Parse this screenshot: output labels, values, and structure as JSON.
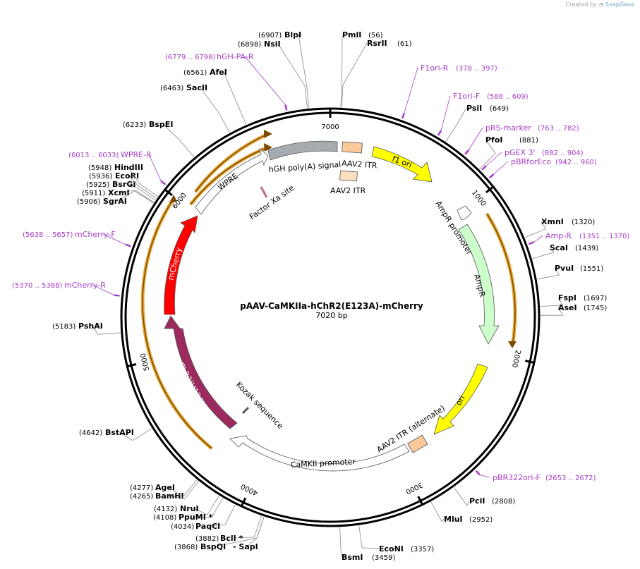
{
  "credit": {
    "prefix": "Created by",
    "brand": "SnapGene"
  },
  "plasmid": {
    "name": "pAAV-CaMKIIa-hChR2(E123A)-mCherry",
    "length_label": "7020 bp",
    "length": 7020
  },
  "ticks": [
    {
      "bp": 0,
      "label": "7000"
    },
    {
      "bp": 1000,
      "label": "1000"
    },
    {
      "bp": 2000,
      "label": "2000"
    },
    {
      "bp": 3000,
      "label": "3000"
    },
    {
      "bp": 4000,
      "label": "4000"
    },
    {
      "bp": 5000,
      "label": "5000"
    },
    {
      "bp": 6000,
      "label": "6000"
    }
  ],
  "enzymes": [
    {
      "name": "PmlI",
      "pos": "(56)"
    },
    {
      "name": "RsrII",
      "pos": "(61)"
    },
    {
      "name": "PsiI",
      "pos": "(649)"
    },
    {
      "name": "PfoI",
      "pos": "(881)"
    },
    {
      "name": "XmnI",
      "pos": "(1320)"
    },
    {
      "name": "ScaI",
      "pos": "(1439)"
    },
    {
      "name": "PvuI",
      "pos": "(1551)"
    },
    {
      "name": "FspI",
      "pos": "(1697)"
    },
    {
      "name": "AseI",
      "pos": "(1745)"
    },
    {
      "name": "PciI",
      "pos": "(2808)"
    },
    {
      "name": "MluI",
      "pos": "(2952)"
    },
    {
      "name": "EcoNI",
      "pos": "(3357)"
    },
    {
      "name": "BsmI",
      "pos": "(3459)"
    },
    {
      "name": "BclI *",
      "pos": "(3882)"
    },
    {
      "name": "BspQI",
      "pos": "(3868)"
    },
    {
      "name": "- SapI",
      "pos": ""
    },
    {
      "name": "PaqCI",
      "pos": "(4034)"
    },
    {
      "name": "PpuMI *",
      "pos": "(4108)"
    },
    {
      "name": "NruI",
      "pos": "(4132)"
    },
    {
      "name": "BamHI",
      "pos": "(4265)"
    },
    {
      "name": "AgeI",
      "pos": "(4277)"
    },
    {
      "name": "BstAPI",
      "pos": "(4642)"
    },
    {
      "name": "PshAI",
      "pos": "(5183)"
    },
    {
      "name": "SgrAI",
      "pos": "(5906)"
    },
    {
      "name": "XcmI",
      "pos": "(5911)"
    },
    {
      "name": "BsrGI",
      "pos": "(5925)"
    },
    {
      "name": "EcoRI",
      "pos": "(5936)"
    },
    {
      "name": "HindIII",
      "pos": "(5948)"
    },
    {
      "name": "BspEI",
      "pos": "(6233)"
    },
    {
      "name": "SacII",
      "pos": "(6463)"
    },
    {
      "name": "AfeI",
      "pos": "(6561)"
    },
    {
      "name": "NsiI",
      "pos": "(6898)"
    },
    {
      "name": "BlpI",
      "pos": "(6907)"
    }
  ],
  "primers": [
    {
      "name": "F1ori-R",
      "range": "(378 .. 397)"
    },
    {
      "name": "F1ori-F",
      "range": "(588 .. 609)"
    },
    {
      "name": "pRS-marker",
      "range": "(763 .. 782)"
    },
    {
      "name": "pGEX 3'",
      "range": "(882 .. 904)"
    },
    {
      "name": "pBRforEco",
      "range": "(942 .. 960)"
    },
    {
      "name": "Amp-R",
      "range": "(1351 .. 1370)"
    },
    {
      "name": "pBR322ori-F",
      "range": "(2653 .. 2672)"
    },
    {
      "name": "mCherry-R",
      "range": "(5370 .. 5388)"
    },
    {
      "name": "mCherry-F",
      "range": "(5638 .. 5657)"
    },
    {
      "name": "WPRE-R",
      "range": "(6013 .. 6033)"
    },
    {
      "name": "hGH-PA-R",
      "range": "(6779 .. 6798)"
    }
  ],
  "features": [
    {
      "name": "hGH poly(A) signal",
      "color": "#a6abb0"
    },
    {
      "name": "AAV2 ITR",
      "color": "#f9c89b"
    },
    {
      "name": "AAV2 ITR",
      "color": "#fbdfbf"
    },
    {
      "name": "f1 ori",
      "color": "#ffff00"
    },
    {
      "name": "AmpR promoter",
      "color": "#ffffff"
    },
    {
      "name": "AmpR",
      "color": "#ccffcc"
    },
    {
      "name": "ori",
      "color": "#ffff00"
    },
    {
      "name": "AAV2 ITR (alternate)",
      "color": "#f9c89b"
    },
    {
      "name": "CaMKII promoter",
      "color": "#ffffff"
    },
    {
      "name": "Kozak sequence",
      "color": "#ffffff"
    },
    {
      "name": "ChR2(H134R)",
      "color": "#9b2a5e"
    },
    {
      "name": "mCherry",
      "color": "#ff0000"
    },
    {
      "name": "WPRE",
      "color": "#ffffff"
    },
    {
      "name": "Factor Xa site",
      "color": "#c0698c"
    }
  ],
  "colors": {
    "primer": "#a63cc8",
    "orf_highlight": "#e8a838",
    "backbone": "#000000"
  }
}
